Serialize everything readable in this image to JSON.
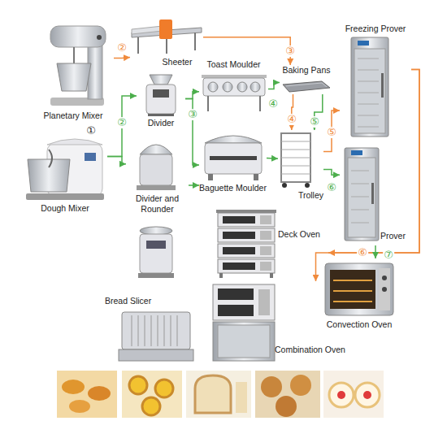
{
  "diagram": {
    "nodes": [
      {
        "text": [
          "Planetary Mixer"
        ]
      },
      {
        "text": [
          "Dough Mixer"
        ]
      },
      {
        "text": [
          "Sheeter"
        ]
      },
      {
        "text": [
          "Divider"
        ]
      },
      {
        "text": [
          "Divider and Rounder"
        ]
      },
      {
        "text": [
          "Toast Moulder"
        ]
      },
      {
        "text": [
          "Baguette Moulder"
        ]
      },
      {
        "text": [
          "Baking Pans"
        ]
      },
      {
        "text": [
          "Trolley"
        ]
      },
      {
        "text": [
          "Freezing Prover"
        ]
      },
      {
        "text": [
          "Prover"
        ]
      },
      {
        "text": [
          "Deck Oven"
        ]
      },
      {
        "text": [
          "Convection Oven"
        ]
      },
      {
        "text": [
          "Combination Oven"
        ]
      },
      {
        "text": [
          "Bread Slicer"
        ]
      }
    ],
    "edges": [
      {
        "from": 0,
        "to": 2,
        "arrow": "to",
        "label": "②"
      },
      {
        "from": 1,
        "to": 3,
        "arrow": "to",
        "label": "②"
      },
      {
        "from": 1,
        "to": 4,
        "arrow": "to"
      },
      {
        "from": 3,
        "to": 5,
        "arrow": "to",
        "label": "③"
      },
      {
        "from": 3,
        "to": 6,
        "arrow": "to"
      },
      {
        "from": 4,
        "to": 6,
        "arrow": "to"
      },
      {
        "from": 2,
        "to": 7,
        "arrow": "to",
        "label": "③"
      },
      {
        "from": 5,
        "to": 7,
        "arrow": "to",
        "label": "④"
      },
      {
        "from": 6,
        "to": 8,
        "arrow": "to"
      },
      {
        "from": 7,
        "to": 8,
        "arrow": "to",
        "label": "④"
      },
      {
        "from": 7,
        "to": 8,
        "arrow": "to",
        "label": "⑤"
      },
      {
        "from": 8,
        "to": 9,
        "arrow": "to",
        "label": "⑤"
      },
      {
        "from": 8,
        "to": 10,
        "arrow": "to",
        "label": "⑥"
      },
      {
        "from": 9,
        "to": 11,
        "arrow": "to",
        "label": "⑥"
      },
      {
        "from": 9,
        "to": 13,
        "arrow": "to"
      },
      {
        "from": 10,
        "to": 12,
        "arrow": "to",
        "label": "⑦"
      }
    ],
    "labels": [
      "①"
    ]
  }
}
